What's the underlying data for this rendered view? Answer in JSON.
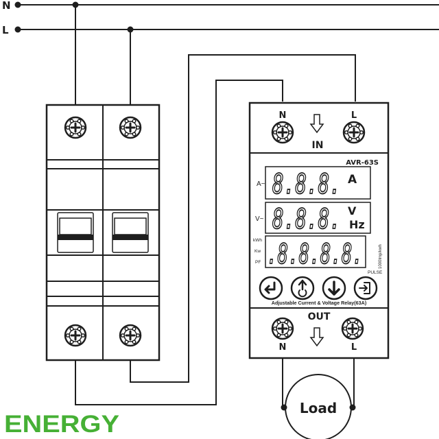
{
  "lines": {
    "neutral": "N",
    "live": "L"
  },
  "relay": {
    "model": "AVR-63S",
    "in_n": "N",
    "in_l": "L",
    "in_label": "IN",
    "out_label": "OUT",
    "out_n": "N",
    "out_l": "L",
    "row1_digits": "8.8.8.",
    "row1_prefix": "A~",
    "row1_unit": "A",
    "row2_digits": "8.8.8.",
    "row2_prefix": "V~",
    "row2_unit_top": "V",
    "row2_unit_bottom": "Hz",
    "row3_digits": ".8.8.8.8.",
    "row3_side_kwh": "kWh",
    "row3_side_kw": "Kw",
    "row3_side_pf": "PF",
    "row3_vertical": "1000Imp/kwh",
    "pulse": "PULSE",
    "caption": "Adjustable Current & Voltage Relay(63A)",
    "buttons": [
      "enter-icon",
      "up-power-icon",
      "down-arrow-icon",
      "exit-icon"
    ]
  },
  "load_label": "Load",
  "brand": {
    "text": "ENERGY",
    "color": "#46b035"
  }
}
